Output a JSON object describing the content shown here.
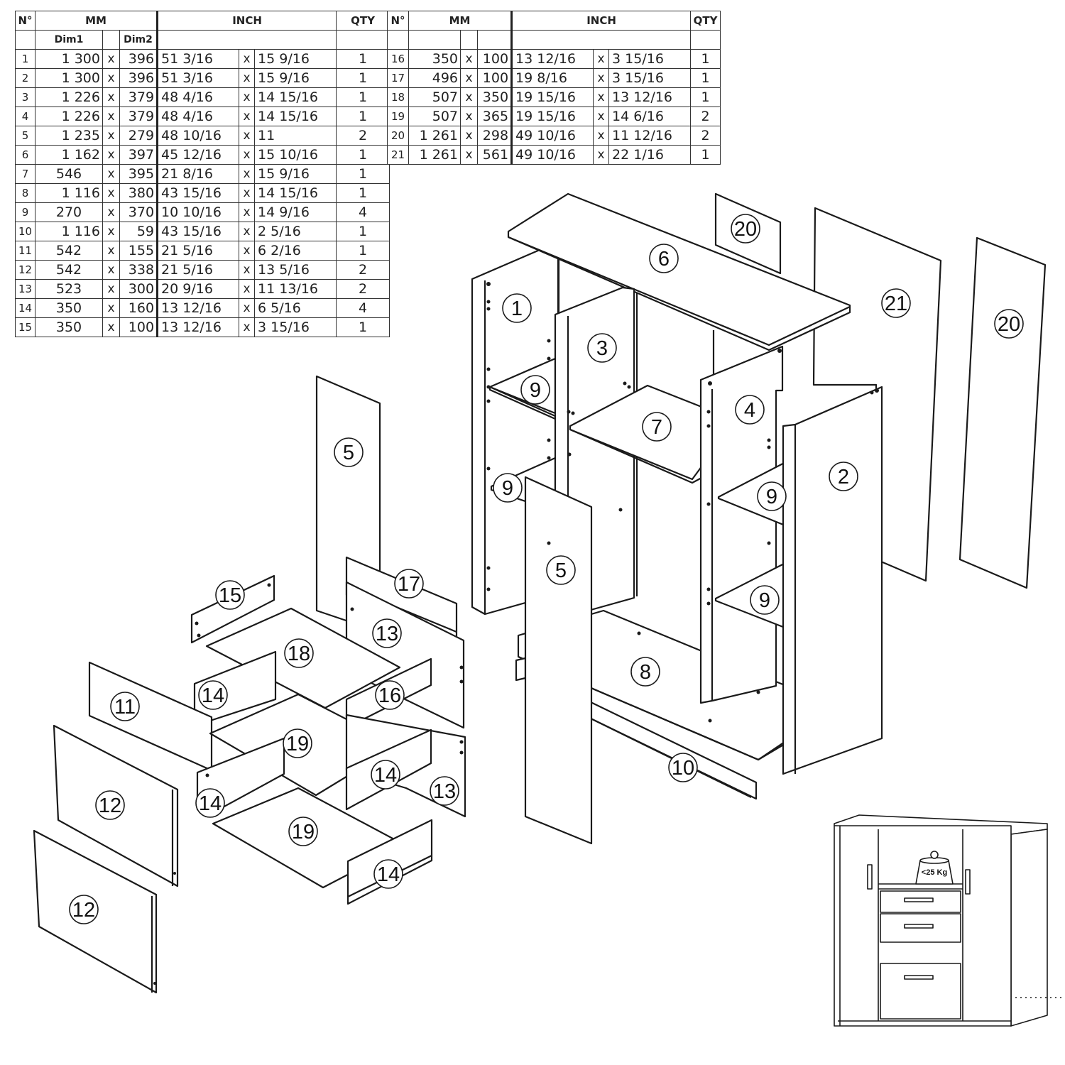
{
  "table_headers": {
    "no": "N°",
    "mm": "MM",
    "inch": "INCH",
    "qty": "QTY",
    "dim1": "Dim1",
    "dim2": "Dim2"
  },
  "parts_left": [
    {
      "n": "1",
      "d1": "1 300",
      "x1": "x",
      "d2": "396",
      "i1": "51   3/16",
      "x2": "x",
      "i2": "15   9/16",
      "q": "1"
    },
    {
      "n": "2",
      "d1": "1 300",
      "x1": "x",
      "d2": "396",
      "i1": "51   3/16",
      "x2": "x",
      "i2": "15   9/16",
      "q": "1"
    },
    {
      "n": "3",
      "d1": "1 226",
      "x1": "x",
      "d2": "379",
      "i1": "48   4/16",
      "x2": "x",
      "i2": "14 15/16",
      "q": "1"
    },
    {
      "n": "4",
      "d1": "1 226",
      "x1": "x",
      "d2": "379",
      "i1": "48   4/16",
      "x2": "x",
      "i2": "14 15/16",
      "q": "1"
    },
    {
      "n": "5",
      "d1": "1 235",
      "x1": "x",
      "d2": "279",
      "i1": "48 10/16",
      "x2": "x",
      "i2": "11",
      "q": "2"
    },
    {
      "n": "6",
      "d1": "1 162",
      "x1": "x",
      "d2": "397",
      "i1": "45 12/16",
      "x2": "x",
      "i2": "15 10/16",
      "q": "1"
    },
    {
      "n": "7",
      "d1": "546",
      "x1": "x",
      "d2": "395",
      "i1": "21   8/16",
      "x2": "x",
      "i2": "15   9/16",
      "q": "1"
    },
    {
      "n": "8",
      "d1": "1 116",
      "x1": "x",
      "d2": "380",
      "i1": "43 15/16",
      "x2": "x",
      "i2": "14 15/16",
      "q": "1"
    },
    {
      "n": "9",
      "d1": "270",
      "x1": "x",
      "d2": "370",
      "i1": "10 10/16",
      "x2": "x",
      "i2": "14   9/16",
      "q": "4"
    },
    {
      "n": "10",
      "d1": "1 116",
      "x1": "x",
      "d2": "59",
      "i1": "43 15/16",
      "x2": "x",
      "i2": "2   5/16",
      "q": "1"
    },
    {
      "n": "11",
      "d1": "542",
      "x1": "x",
      "d2": "155",
      "i1": "21   5/16",
      "x2": "x",
      "i2": "6   2/16",
      "q": "1"
    },
    {
      "n": "12",
      "d1": "542",
      "x1": "x",
      "d2": "338",
      "i1": "21   5/16",
      "x2": "x",
      "i2": "13   5/16",
      "q": "2"
    },
    {
      "n": "13",
      "d1": "523",
      "x1": "x",
      "d2": "300",
      "i1": "20   9/16",
      "x2": "x",
      "i2": "11 13/16",
      "q": "2"
    },
    {
      "n": "14",
      "d1": "350",
      "x1": "x",
      "d2": "160",
      "i1": "13 12/16",
      "x2": "x",
      "i2": "6   5/16",
      "q": "4"
    },
    {
      "n": "15",
      "d1": "350",
      "x1": "x",
      "d2": "100",
      "i1": "13 12/16",
      "x2": "x",
      "i2": "3 15/16",
      "q": "1"
    }
  ],
  "parts_right": [
    {
      "n": "16",
      "d1": "350",
      "x1": "x",
      "d2": "100",
      "i1": "13 12/16",
      "x2": "x",
      "i2": "3 15/16",
      "q": "1"
    },
    {
      "n": "17",
      "d1": "496",
      "x1": "x",
      "d2": "100",
      "i1": "19   8/16",
      "x2": "x",
      "i2": "3 15/16",
      "q": "1"
    },
    {
      "n": "18",
      "d1": "507",
      "x1": "x",
      "d2": "350",
      "i1": "19 15/16",
      "x2": "x",
      "i2": "13 12/16",
      "q": "1"
    },
    {
      "n": "19",
      "d1": "507",
      "x1": "x",
      "d2": "365",
      "i1": "19 15/16",
      "x2": "x",
      "i2": "14   6/16",
      "q": "2"
    },
    {
      "n": "20",
      "d1": "1 261",
      "x1": "x",
      "d2": "298",
      "i1": "49 10/16",
      "x2": "x",
      "i2": "11 12/16",
      "q": "2"
    },
    {
      "n": "21",
      "d1": "1 261",
      "x1": "x",
      "d2": "561",
      "i1": "49 10/16",
      "x2": "x",
      "i2": "22   1/16",
      "q": "1"
    }
  ],
  "callouts": [
    "1",
    "2",
    "3",
    "4",
    "5",
    "5",
    "6",
    "7",
    "8",
    "9",
    "9",
    "9",
    "9",
    "10",
    "11",
    "12",
    "12",
    "13",
    "13",
    "14",
    "14",
    "14",
    "14",
    "15",
    "16",
    "17",
    "18",
    "19",
    "19",
    "20",
    "20",
    "21"
  ],
  "weight_label": "<25 Kg"
}
